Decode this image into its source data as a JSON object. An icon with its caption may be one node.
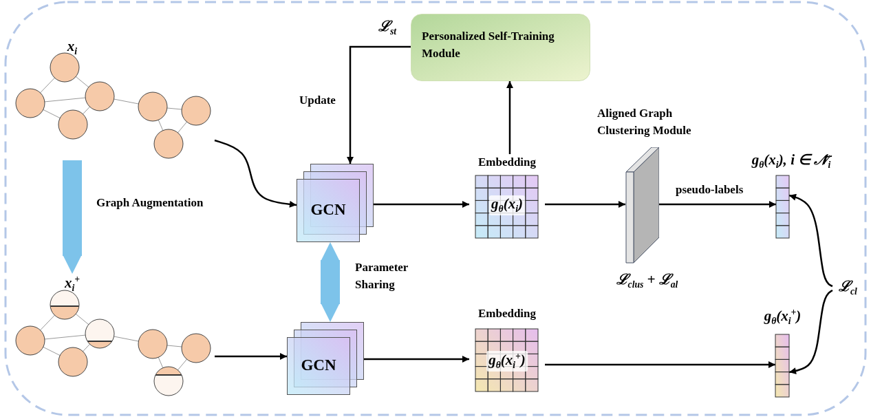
{
  "diagram": {
    "nodes": [
      {
        "text": [
          "*x*$_{i}$"
        ]
      },
      {
        "text": [
          "*x*$_{i}$$^{+}$"
        ]
      },
      {
        "text": [
          "GCN"
        ]
      },
      {
        "text": [
          "GCN"
        ]
      },
      {
        "text": [
          "Personalized Self-Training Module"
        ]
      },
      {
        "text": [
          "Embedding",
          "*g*$_{θ}$(*x*$_{i}$)"
        ]
      },
      {
        "text": [
          "Embedding",
          "*g*$_{θ}$(*x*$_{i}$$^{+}$)"
        ]
      },
      {
        "text": [
          "Aligned Graph Clustering Module"
        ],
        "beside": [
          "ℒ$_{clus}$ + ℒ$_{al}$"
        ]
      },
      {
        "text": [
          "*g*$_{θ}$(*x*$_{i}$), *i* ∈ 𝒩̃$_{i}$"
        ]
      },
      {
        "text": [
          "*g*$_{θ}$(*x*$_{i}$$^{+}$)"
        ]
      },
      {
        "text": [
          "ℒ$_{cl}$"
        ]
      }
    ],
    "edges": [
      {
        "from": 0,
        "to": 1,
        "arrow": "to",
        "label": "Graph Augmentation",
        "style": "thick",
        "color": "#7dc3ea"
      },
      {
        "from": 0,
        "to": 2,
        "arrow": "to"
      },
      {
        "from": 1,
        "to": 3,
        "arrow": "to"
      },
      {
        "from": 4,
        "to": 2,
        "arrow": "to",
        "label": "Update"
      },
      {
        "from": 2,
        "to": 3,
        "arrow": "both",
        "label": "Parameter Sharing",
        "style": "thick",
        "color": "#7dc3ea"
      },
      {
        "from": 2,
        "to": 5,
        "arrow": "to"
      },
      {
        "from": 3,
        "to": 6,
        "arrow": "to"
      },
      {
        "from": 5,
        "to": 4,
        "arrow": "to"
      },
      {
        "from": 5,
        "to": 7,
        "arrow": "to"
      },
      {
        "from": 7,
        "to": 8,
        "arrow": "to",
        "label": "pseudo-labels"
      },
      {
        "from": 6,
        "to": 9,
        "arrow": "to"
      },
      {
        "from": 10,
        "to": 8,
        "arrow": "to"
      },
      {
        "from": 10,
        "to": 9,
        "arrow": "to"
      }
    ],
    "labels": [
      "ℒ$_{st}$"
    ]
  }
}
